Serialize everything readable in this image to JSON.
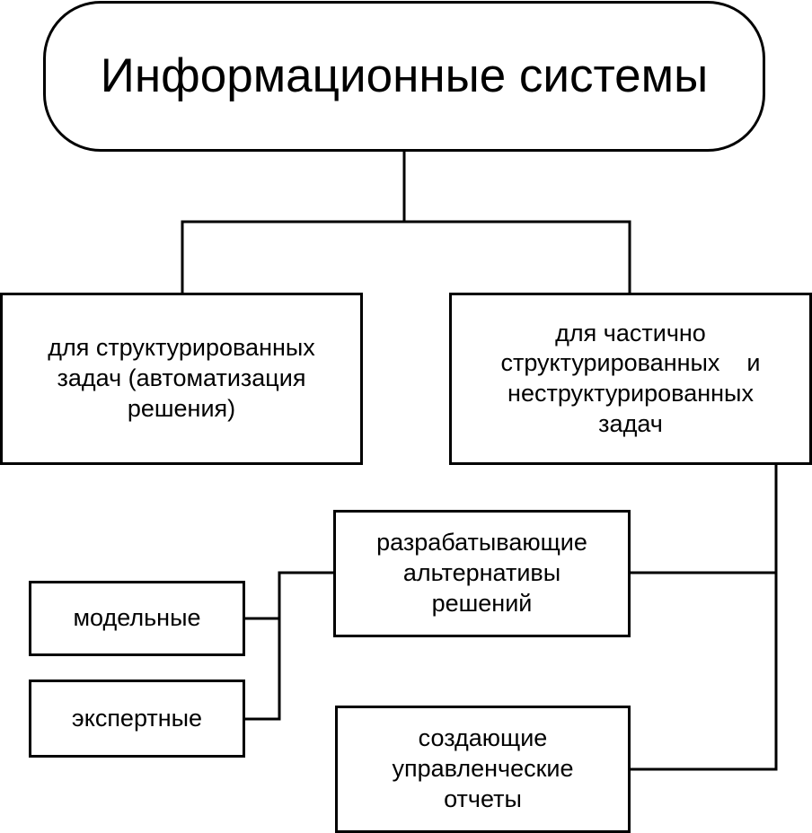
{
  "diagram": {
    "root": {
      "lines": [
        "Информационные системы"
      ]
    },
    "structured": {
      "lines": [
        "для структурированных",
        "задач (автоматизация",
        "решения)"
      ]
    },
    "semi_structured": {
      "lines": [
        "для частично",
        "структурированных    и",
        "неструктурированных",
        "задач"
      ]
    },
    "alternatives": {
      "lines": [
        "разрабатывающие",
        "альтернативы",
        "решений"
      ]
    },
    "model": {
      "lines": [
        "модельные"
      ]
    },
    "expert": {
      "lines": [
        "экспертные"
      ]
    },
    "reports": {
      "lines": [
        "создающие",
        "управленческие",
        "отчеты"
      ]
    }
  }
}
